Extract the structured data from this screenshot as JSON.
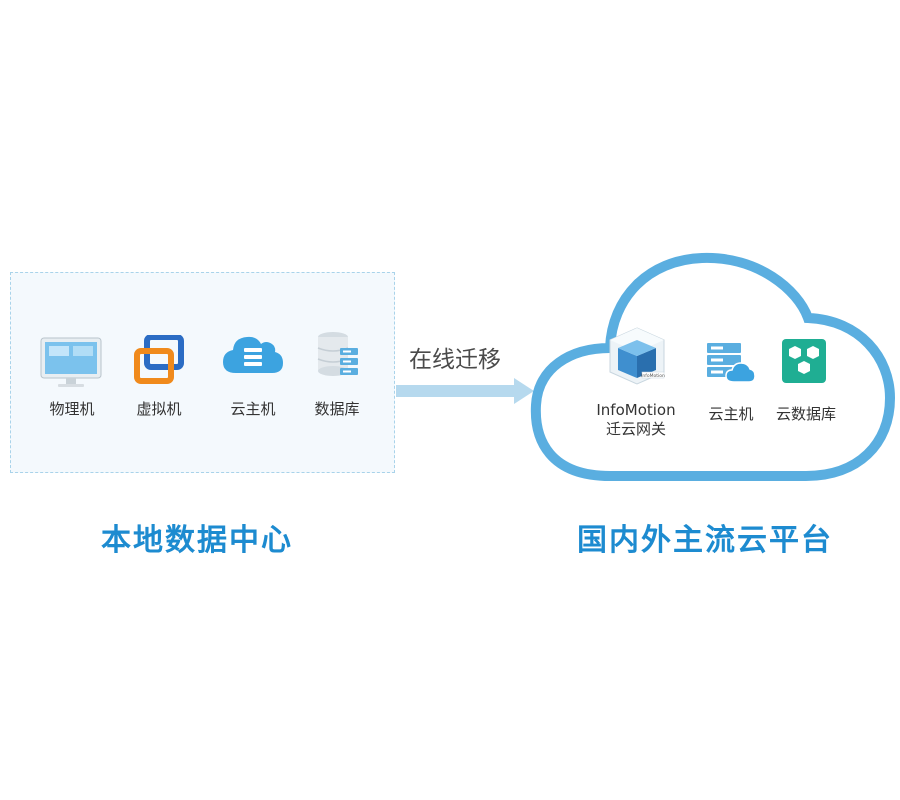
{
  "local": {
    "title": "本地数据中心",
    "items": [
      {
        "label": "物理机",
        "icon": "monitor-icon"
      },
      {
        "label": "虚拟机",
        "icon": "vmware-icon"
      },
      {
        "label": "云主机",
        "icon": "cloud-server-icon"
      },
      {
        "label": "数据库",
        "icon": "database-icon"
      }
    ]
  },
  "migration": {
    "label": "在线迁移"
  },
  "cloud": {
    "title": "国内外主流云平台",
    "items": [
      {
        "label_line1": "InfoMotion",
        "label_line2": "迁云网关",
        "icon": "migration-gateway-icon",
        "icon_text": "InfoMotion"
      },
      {
        "label": "云主机",
        "icon": "cloud-host-icon"
      },
      {
        "label": "云数据库",
        "icon": "cloud-database-icon"
      }
    ]
  },
  "colors": {
    "accent": "#1d8bd0",
    "cloud_border": "#5aaee0",
    "box_border": "#a9d3ea",
    "box_fill": "#f4f9fd",
    "arrow": "#b6d9ee",
    "orange": "#f08a1c",
    "teal": "#1fae93"
  }
}
